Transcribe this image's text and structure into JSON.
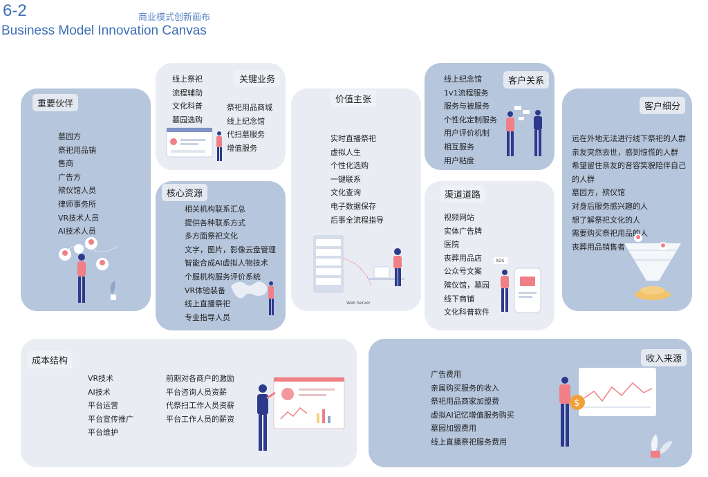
{
  "header": {
    "code": "6-2",
    "title_en": "Business Model Innovation Canvas",
    "title_cn": "商业模式创新画布"
  },
  "key_partners": {
    "title": "重要伙伴",
    "items": [
      "墓园方",
      "祭祀用品销",
      "售商",
      "广告方",
      "殡仪馆人员",
      "律师事务所",
      "VR技术人员",
      "AI技术人员"
    ]
  },
  "key_activities": {
    "title": "关键业务",
    "items_left": [
      "线上祭祀",
      "流程辅助",
      "文化科普",
      "墓园选购"
    ],
    "items_right": [
      "祭祀用品商城",
      "线上纪念馆",
      "代扫墓服务",
      "增值服务"
    ]
  },
  "key_resources": {
    "title": "核心资源",
    "items": [
      "相关机构联系汇总",
      "提供各种联系方式",
      "多方面祭祀文化",
      "文字，图片，影像云盘管理",
      "智能合成AI虚拟人物技术",
      "个服机构服务评价系统",
      "VR体验装备",
      "线上直播祭祀",
      "专业指导人员"
    ]
  },
  "value_propositions": {
    "title": "价值主张",
    "items": [
      "实时直播祭祀",
      "虚拟人生",
      "个性化选购",
      "一键联系",
      "文化查询",
      "电子数据保存",
      "后事全流程指导"
    ],
    "illustration_caption": "Web Server"
  },
  "customer_relationships": {
    "title": "客户关系",
    "items": [
      "线上纪念馆",
      "1v1流程服务",
      "服务与被服务",
      "个性化定制服务",
      "用户评价机制",
      "相互服务",
      "用户粘度"
    ]
  },
  "channels": {
    "title": "渠道道路",
    "items": [
      "视频网站",
      "实体广告牌",
      "医院",
      "丧葬用品店",
      "公众号文案",
      "殡仪馆，墓园",
      "线下商铺",
      "文化科普软件"
    ],
    "ads_label": "ADS"
  },
  "customer_segments": {
    "title": "客户细分",
    "items": [
      "远在外地无法进行线下祭祀的人群",
      "亲友突然去世，感到惊慌的人群",
      "希望留住亲友的音容笑貌陪伴自己",
      "的人群",
      "墓园方，殡仪馆",
      "对身后服务感兴趣的人",
      "想了解祭祀文化的人",
      "需要购买祭祀用品的人",
      "丧葬用品销售者"
    ]
  },
  "cost_structure": {
    "title": "成本结构",
    "items_left": [
      "VR技术",
      "AI技术",
      "平台运营",
      "平台宣传推广",
      "平台维护"
    ],
    "items_right": [
      "前期对各商户的激励",
      "平台咨询人员资薪",
      "代祭扫工作人员资薪",
      "平台工作人员的薪资"
    ]
  },
  "revenue_streams": {
    "title": "收入来源",
    "items": [
      "广告费用",
      "亲属购买服务的收入",
      "祭祀用品商家加盟费",
      "虚拟AI记忆增值服务购买",
      "墓园加盟费用",
      "线上直播祭祀服务费用"
    ],
    "coin_symbol": "$"
  },
  "colors": {
    "header_blue": "#3d6fb6",
    "panel_blue": "#b6c6dd",
    "panel_light": "#e9edf3",
    "accent_pink": "#f07f86",
    "figure_navy": "#2d3a8c"
  }
}
